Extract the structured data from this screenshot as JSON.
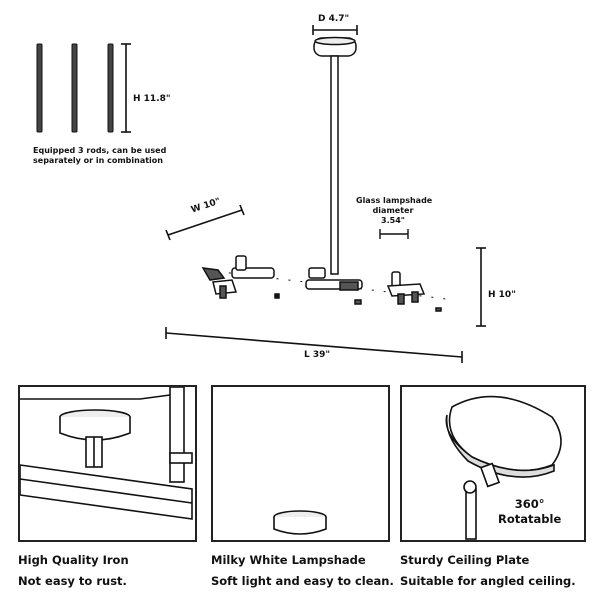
{
  "dimensions": {
    "canopy_diameter": "D 4.7\"",
    "rod_height": "H 11.8\"",
    "width": "W 10\"",
    "glass_diameter_line1": "Glass lampshade",
    "glass_diameter_line2": "diameter",
    "glass_diameter_value": "3.54\"",
    "fixture_height": "H 10\"",
    "length": "L 39\""
  },
  "rods_note": {
    "line1": "Equipped 3 rods, can be used",
    "line2": "separately or in combination"
  },
  "features": [
    {
      "title": "High Quality Iron",
      "desc": "Not easy to rust."
    },
    {
      "title": "Milky White Lampshade",
      "desc": "Soft light and easy to clean."
    },
    {
      "title": "Sturdy Ceiling Plate",
      "desc": "Suitable for angled ceiling."
    }
  ],
  "rotation": {
    "line1": "360°",
    "line2": "Rotatable"
  }
}
